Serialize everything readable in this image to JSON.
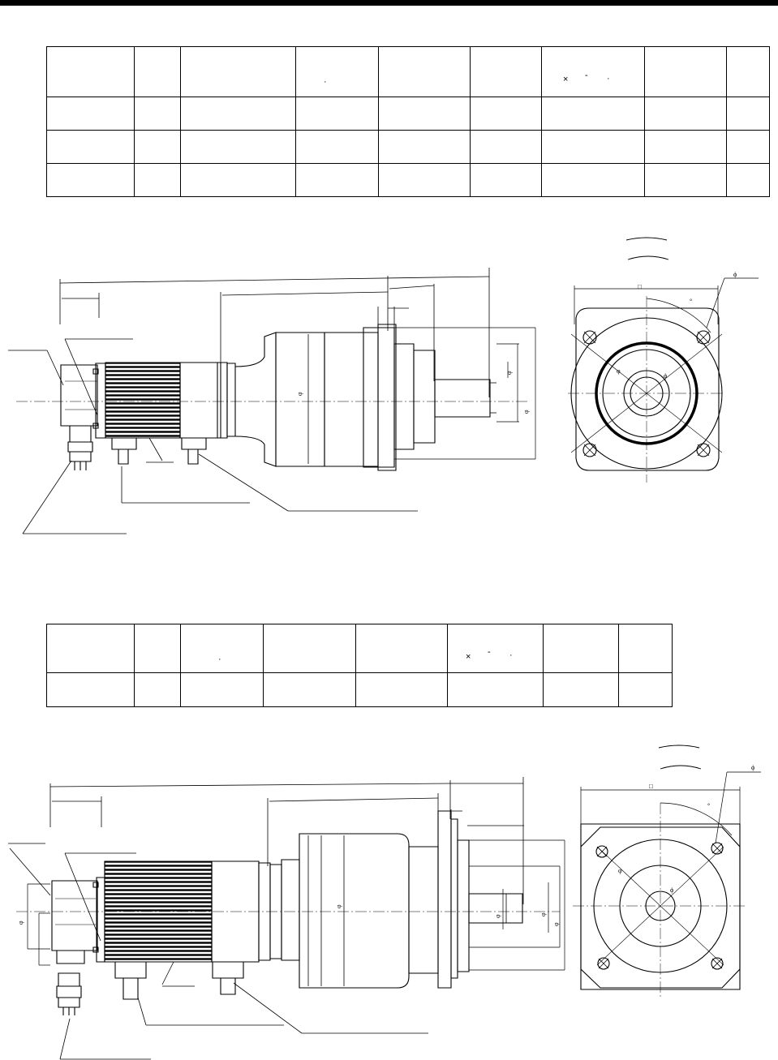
{
  "symbols": {
    "times": "×",
    "dash": "-",
    "dot": "·",
    "phi": "ϕ",
    "phi_alt": "φ",
    "square": "□",
    "degree": "°"
  },
  "table1": {
    "rows": 4,
    "cols": 9
  },
  "table2": {
    "rows": 2,
    "cols": 8
  },
  "colors": {
    "line": "#000000",
    "background": "#ffffff"
  }
}
